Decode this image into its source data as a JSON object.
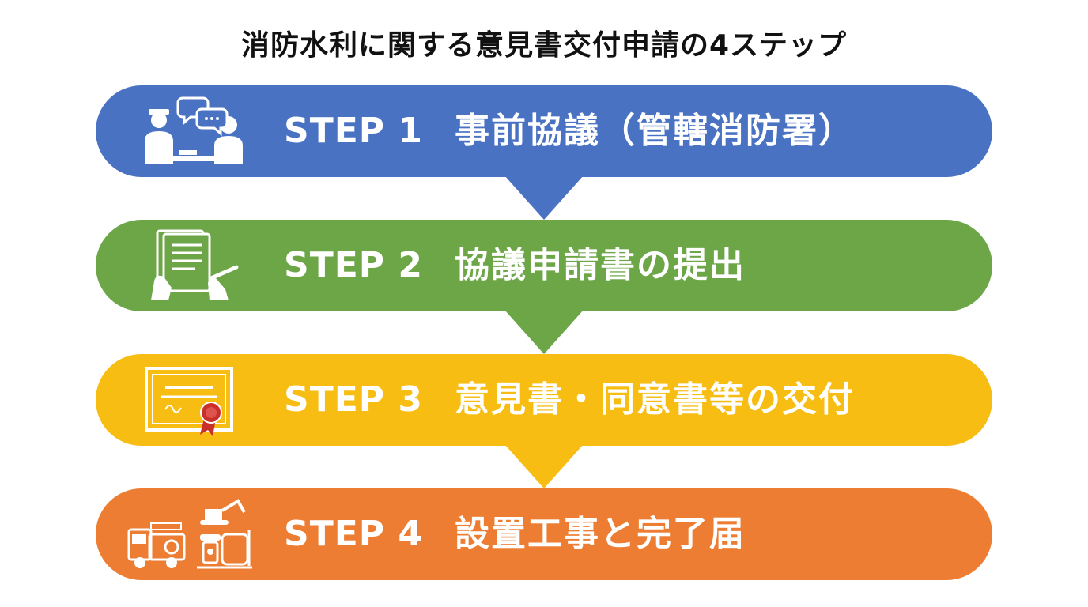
{
  "title": "消防水利に関する意見書交付申請の4ステップ",
  "colors": {
    "step1": "#4a72c2",
    "step2": "#6ca647",
    "step3": "#f7bd12",
    "step4": "#ec7d32",
    "text": "#ffffff",
    "title": "#111111"
  },
  "steps": [
    {
      "number": "STEP 1",
      "label": "事前協議（管轄消防署）",
      "icon": "consultation-icon"
    },
    {
      "number": "STEP 2",
      "label": "協議申請書の提出",
      "icon": "document-signing-icon"
    },
    {
      "number": "STEP 3",
      "label": "意見書・同意書等の交付",
      "icon": "certificate-icon"
    },
    {
      "number": "STEP 4",
      "label": "設置工事と完了届",
      "icon": "construction-icon"
    }
  ]
}
